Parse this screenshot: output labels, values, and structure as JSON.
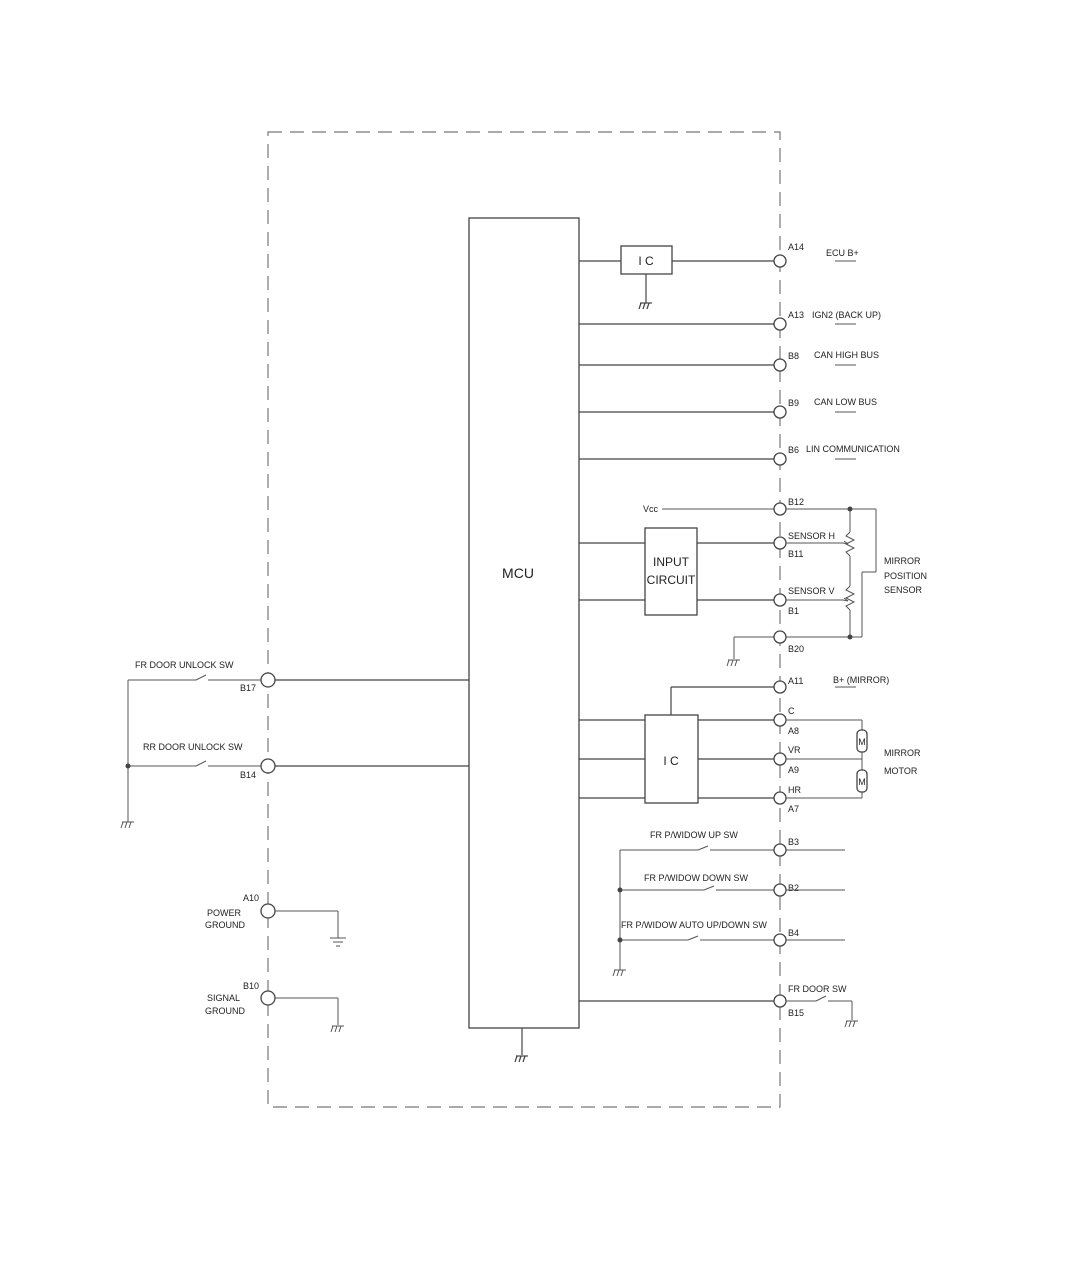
{
  "mcu": "MCU",
  "ic_top": "I C",
  "ic_bottom": "I C",
  "input_circuit": [
    "INPUT",
    "CIRCUIT"
  ],
  "vcc": "Vcc",
  "motor_symbol": "M",
  "right_pins": [
    {
      "pin": "A14",
      "signal": "ECU B+"
    },
    {
      "pin": "A13",
      "signal": "IGN2 (BACK UP)"
    },
    {
      "pin": "B8",
      "signal": "CAN HIGH BUS"
    },
    {
      "pin": "B9",
      "signal": "CAN LOW BUS"
    },
    {
      "pin": "B6",
      "signal": "LIN COMMUNICATION"
    },
    {
      "pin": "B12",
      "signal": ""
    },
    {
      "pin": "B11",
      "signal": "SENSOR H"
    },
    {
      "pin": "B1",
      "signal": "SENSOR V"
    },
    {
      "pin": "B20",
      "signal": ""
    },
    {
      "pin": "A11",
      "signal": "B+ (MIRROR)"
    },
    {
      "pin": "A8",
      "signal": "C"
    },
    {
      "pin": "A9",
      "signal": "VR"
    },
    {
      "pin": "A7",
      "signal": "HR"
    },
    {
      "pin": "B3",
      "signal": "FR P/WIDOW UP SW"
    },
    {
      "pin": "B2",
      "signal": "FR P/WIDOW DOWN SW"
    },
    {
      "pin": "B4",
      "signal": "FR P/WIDOW AUTO UP/DOWN SW"
    },
    {
      "pin": "B15",
      "signal": "FR DOOR SW"
    }
  ],
  "mirror_position_sensor": [
    "MIRROR",
    "POSITION",
    "SENSOR"
  ],
  "mirror_motor": [
    "MIRROR",
    "MOTOR"
  ],
  "left_pins": [
    {
      "pin": "B17",
      "signal": "FR DOOR UNLOCK SW"
    },
    {
      "pin": "B14",
      "signal": "RR DOOR UNLOCK SW"
    }
  ],
  "grounds": [
    {
      "pin": "A10",
      "label": [
        "POWER",
        "GROUND"
      ]
    },
    {
      "pin": "B10",
      "label": [
        "SIGNAL",
        "GROUND"
      ]
    }
  ]
}
